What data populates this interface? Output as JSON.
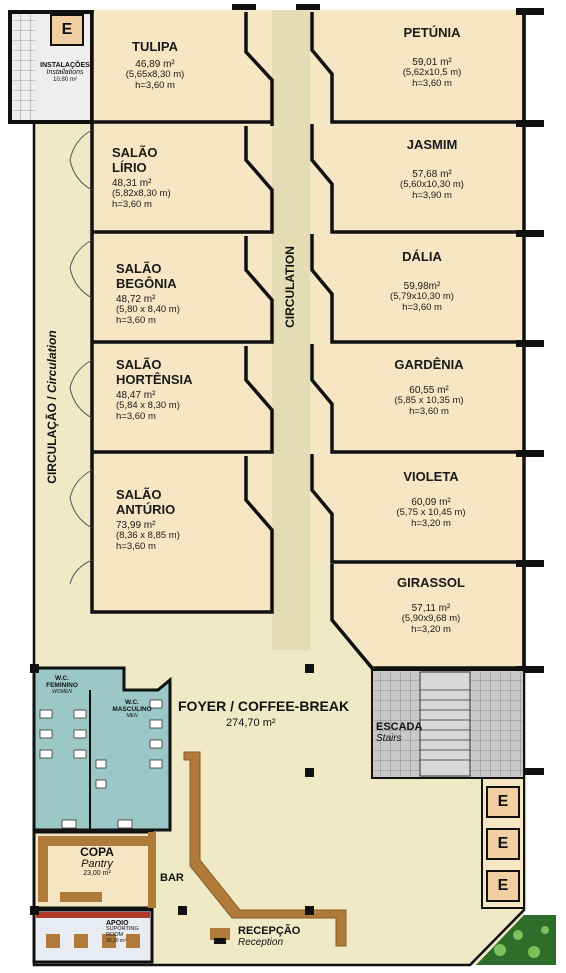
{
  "rooms": {
    "tulipa": {
      "name": "TULIPA",
      "area": "46,89 m²",
      "dims": "(5,65x8,30 m)",
      "height": "h=3,60 m"
    },
    "lirio": {
      "name1": "SALÃO",
      "name2": "LÍRIO",
      "area": "48,31 m²",
      "dims": "(5,82x8,30 m)",
      "height": "h=3,60 m"
    },
    "begonia": {
      "name1": "SALÃO",
      "name2": "BEGÔNIA",
      "area": "48,72 m²",
      "dims": "(5,80 x 8,40 m)",
      "height": "h=3,60 m"
    },
    "hortensia": {
      "name1": "SALÃO",
      "name2": "HORTÊNSIA",
      "area": "48,47 m²",
      "dims": "(5,84 x 8,30 m)",
      "height": "h=3,60 m"
    },
    "anturio": {
      "name1": "SALÃO",
      "name2": "ANTÚRIO",
      "area": "73,99 m²",
      "dims": "(8,36 x 8,85 m)",
      "height": "h=3,60 m"
    },
    "petunia": {
      "name": "PETÚNIA",
      "area": "59,01 m²",
      "dims": "(5,62x10,5 m)",
      "height": "h=3,60 m"
    },
    "jasmim": {
      "name": "JASMIM",
      "area": "57,68 m²",
      "dims": "(5,60x10,30 m)",
      "height": "h=3,90 m"
    },
    "dalia": {
      "name": "DÁLIA",
      "area": "59,98m²",
      "dims": "(5,79x10,30 m)",
      "height": "h=3,60 m"
    },
    "gardenia": {
      "name": "GARDÊNIA",
      "area": "60,55 m²",
      "dims": "(5,85 x 10,35 m)",
      "height": "h=3,60 m"
    },
    "violeta": {
      "name": "VIOLETA",
      "area": "60,09 m²",
      "dims": "(5,75 x 10,45 m)",
      "height": "h=3,20 m"
    },
    "girassol": {
      "name": "GIRASSOL",
      "area": "57,11 m²",
      "dims": "(5,90x9,68 m)",
      "height": "h=3,20 m"
    }
  },
  "labels": {
    "circulation_center": "CIRCULATION",
    "circulation_left_pt": "CIRCULAÇÃO",
    "circulation_left_sep": " / ",
    "circulation_left_en": "Circulation",
    "foyer": "FOYER / COFFEE-BREAK",
    "foyer_area": "274,70 m²",
    "escada": "ESCADA",
    "stairs": "Stairs",
    "bar": "BAR",
    "recepcao": "RECEPÇÃO",
    "reception": "Reception",
    "copa": "COPA",
    "pantry": "Pantry",
    "copa_area": "23,00 m²",
    "apoio": "APOIO",
    "supporting_room": "SUPORTING ROOM",
    "apoio_area": "20,30 m²",
    "instalacoes": "INSTALAÇÕES",
    "installations": "Installations",
    "instalacoes_area": "10,80 m²",
    "wc_fem": "W.C. FEMININO",
    "women": "WOMEN",
    "wc_masc": "W.C. MASCULINO",
    "men": "MEN",
    "elevator": "E"
  },
  "colors": {
    "room_fill": "#f7e6c3",
    "corridor_fill": "#efe9c6",
    "wall": "#111111",
    "wc_fill": "#9cc7c7",
    "stairs_fill": "#c8c8c8",
    "elevator_fill": "#f2cfa2",
    "bar_counter": "#b07a3a",
    "garden": "#2f6d2a"
  }
}
